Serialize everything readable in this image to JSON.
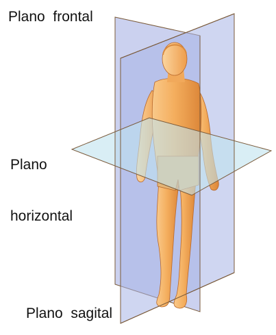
{
  "labels": {
    "frontal": "Plano  frontal",
    "horizontal_line1": "Plano",
    "horizontal_line2": "horizontal",
    "sagital": "Plano  sagital"
  },
  "colors": {
    "frontal_plane": "#b9c2ea",
    "sagittal_plane": "#a8b4e6",
    "horizontal_plane": "#bfe3ee",
    "plane_edge": "#7a5a3a",
    "skin_light": "#f7c07a",
    "skin_mid": "#f0a050",
    "skin_shadow": "#d07a30",
    "trunks": "#e0b070"
  },
  "icons": {
    "figure": "human-body-anatomical-figure"
  }
}
